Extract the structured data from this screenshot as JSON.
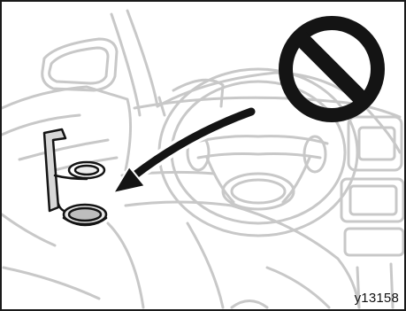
{
  "figure": {
    "code_label": "y13158",
    "icons": [
      "prohibition-icon",
      "arrow-icon",
      "cup-holder",
      "steering-wheel",
      "side-mirror"
    ],
    "colors": {
      "line": "#c8c8c8",
      "ink": "#141414",
      "background": "#ffffff"
    }
  }
}
